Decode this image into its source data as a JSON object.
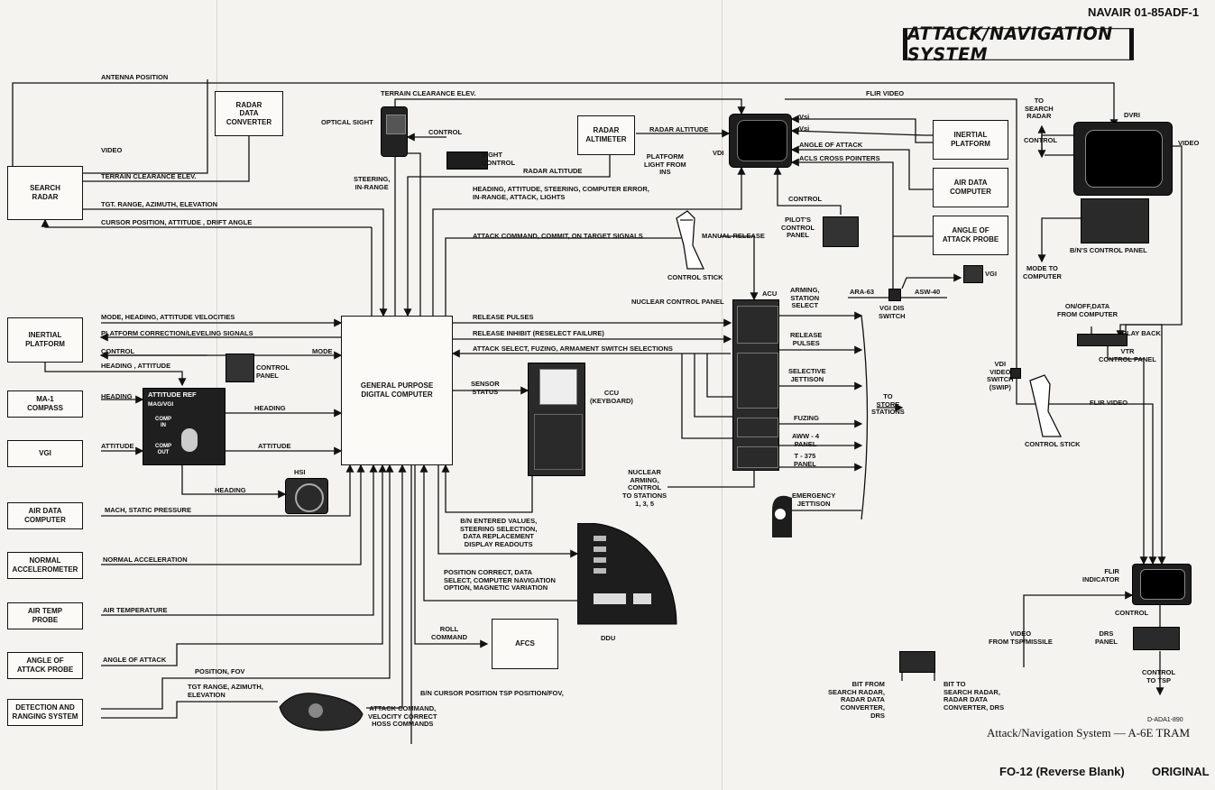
{
  "header": {
    "doc_number": "NAVAIR 01-85ADF-1",
    "title": "ATTACK/NAVIGATION SYSTEM"
  },
  "boxes": {
    "search_radar": "SEARCH\nRADAR",
    "radar_data_converter": "RADAR\nDATA\nCONVERTER",
    "radar_altimeter": "RADAR\nALTIMETER",
    "inertial_platform_top": "INERTIAL\nPLATFORM",
    "air_data_computer_top": "AIR DATA\nCOMPUTER",
    "angle_of_attack_probe_top": "ANGLE OF\nATTACK PROBE",
    "inertial_platform_left": "INERTIAL\nPLATFORM",
    "ma1_compass": "MA-1\nCOMPASS",
    "vgi_left": "VGI",
    "air_data_computer_left": "AIR DATA\nCOMPUTER",
    "normal_accelerometer": "NORMAL\nACCELEROMETER",
    "air_temp_probe": "AIR TEMP\nPROBE",
    "angle_of_attack_probe_left": "ANGLE OF\nATTACK  PROBE",
    "detection_ranging": "DETECTION AND\nRANGING SYSTEM",
    "computer": "GENERAL PURPOSE\nDIGITAL COMPUTER",
    "afcs": "AFCS"
  },
  "labels": {
    "antenna_position": "ANTENNA POSITION",
    "terrain_clearance_top": "TERRAIN CLEARANCE ELEV.",
    "video_left": "VIDEO",
    "terrain_clearance_left": "TERRAIN CLEARANCE ELEV.",
    "tgt_range": "TGT. RANGE, AZIMUTH, ELEVATION",
    "cursor_position": "CURSOR POSITION, ATTITUDE , DRIFT  ANGLE",
    "optical_sight": "OPTICAL SIGHT",
    "control_sight": "CONTROL",
    "sight_control": "SIGHT\nCONTROL",
    "steering_inrange": "STEERING,\nIN-RANGE",
    "radar_altitude_1": "RADAR ALTITUDE",
    "radar_altitude_2": "RADAR  ALTITUDE",
    "platform_light": "PLATFORM\nLIGHT FROM\nINS",
    "vdi": "VDI",
    "heading_attitude_steering": "HEADING, ATTITUDE, STEERING, COMPUTER ERROR,\nIN-RANGE, ATTACK, LIGHTS",
    "flir_video_top": "FLIR  VIDEO",
    "vsi_1": "Vsi",
    "vsi_2": "Vsi",
    "angle_of_attack": "ANGLE OF ATTACK",
    "acls": "ACLS CROSS POINTERS",
    "control_pilot": "CONTROL",
    "pilots_control_panel": "PILOT'S\nCONTROL\nPANEL",
    "to_search_radar": "TO\nSEARCH\nRADAR",
    "control_dvri": "CONTROL",
    "dvri": "DVRI",
    "video_dvri": "VIDEO",
    "bn_control_panel": "B/N'S CONTROL PANEL",
    "mode_to_computer": "MODE TO\nCOMPUTER",
    "attack_command": "ATTACK COMMAND, COMMIT, ON TARGET SIGNALS",
    "manual_release": "MANUAL RELEASE",
    "control_stick_top": "CONTROL STICK",
    "nuclear_control_panel": "NUCLEAR CONTROL PANEL",
    "acu": "ACU",
    "arming_station": "ARMING,\nSTATION\nSELECT",
    "ara63": "ARA-63",
    "asw40": "ASW-40",
    "vgi_right": "VGI",
    "vgi_dis_switch": "VGI DIS\nSWITCH",
    "on_off_data": "ON/OFF,DATA\nFROM COMPUTER",
    "play_back": "PLAY BACK",
    "vtr_control_panel": "VTR\nCONTROL PANEL",
    "mode_heading": "MODE, HEADING, ATTITUDE VELOCITIES",
    "platform_correction": "PLATFORM CORRECTION/LEVELING SIGNALS",
    "control_ins": "CONTROL",
    "mode_ins": "MODE",
    "heading_attitude_ins": "HEADING , ATTITUDE",
    "control_panel_ins": "CONTROL\nPANEL",
    "release_pulses_1": "RELEASE PULSES",
    "release_inhibit": "RELEASE INHIBIT (RESELECT  FAILURE)",
    "attack_select": "ATTACK SELECT, FUZING, ARMAMENT SWITCH SELECTIONS",
    "release_pulses_2": "RELEASE\nPULSES",
    "selective_jettison": "SELECTIVE\nJETTISON",
    "to_store_stations": "TO\nSTORE\nSTATIONS",
    "fuzing": "FUZING",
    "aww4": "AWW - 4\nPANEL",
    "t375": "T - 375\nPANEL",
    "vdi_video_switch": "VDI\nVIDEO\nSWITCH\n(SWIP)",
    "flir_video_right": "FLIR  VIDEO",
    "control_stick_right": "CONTROL STICK",
    "heading_compass": "HEADING",
    "attitude_ref_title": "ATTITUDE REF",
    "mag_vgi": "MAG/VGI",
    "comp_in": "COMP\nIN",
    "comp_out": "COMP\nOUT",
    "heading_ar": "HEADING",
    "attitude_vgi": "ATTITUDE",
    "attitude_ar": "ATTITUDE",
    "sensor_status": "SENSOR\nSTATUS",
    "ccu": "CCU\n(KEYBOARD)",
    "nuclear_arming": "NUCLEAR\nARMING,\nCONTROL\nTO STATIONS\n1, 3, 5",
    "heading_hsi": "HEADING",
    "hsi": "HSI",
    "emergency_jettison": "EMERGENCY\nJETTISON",
    "mach_static": "MACH, STATIC PRESSURE",
    "bn_entered": "B/N ENTERED VALUES,\nSTEERING SELECTION,\nDATA REPLACEMENT\nDISPLAY READOUTS",
    "normal_accel": "NORMAL ACCELERATION",
    "position_correct": "POSITION CORRECT,  DATA\nSELECT, COMPUTER NAVIGATION\nOPTION,  MAGNETIC VARIATION",
    "flir_indicator": "FLIR\nINDICATOR",
    "control_flir": "CONTROL",
    "air_temperature": "AIR TEMPERATURE",
    "roll_command": "ROLL\nCOMMAND",
    "ddu": "DDU",
    "video_tsp": "VIDEO\nFROM  TSP/MISSILE",
    "drs_panel": "DRS\nPANEL",
    "angle_of_attack_left": "ANGLE OF ATTACK",
    "position_fov": "POSITION, FOV",
    "tgt_range_2": "TGT RANGE, AZIMUTH,\nELEVATION",
    "bn_cursor": "B/N CURSOR  POSITION TSP POSITION/FOV,",
    "attack_command_hoss": "ATTACK COMMAND,\nVELOCITY CORRECT\nHOSS COMMANDS",
    "bit_from": "BIT FROM\nSEARCH RADAR,\nRADAR DATA\nCONVERTER,\nDRS",
    "bit_to": "BIT TO\nSEARCH RADAR,\nRADAR DATA\nCONVERTER, DRS",
    "control_to_tsp": "CONTROL\nTO TSP",
    "fig_id": "D-ADA1-890"
  },
  "footer": {
    "caption": "Attack/Navigation System  —  A-6E TRAM",
    "page_ref": "FO-12 (Reverse Blank)",
    "status": "ORIGINAL"
  },
  "icons": [
    "optical-sight-icon",
    "vdi-display-icon",
    "dvri-display-icon",
    "control-stick-icon",
    "acu-panel-icon",
    "ccu-keyboard-icon",
    "ddu-panel-icon",
    "hsi-icon",
    "flir-indicator-icon",
    "drs-panel-icon",
    "vtr-panel-icon",
    "emergency-jettison-handle-icon",
    "hand-controller-icon"
  ]
}
